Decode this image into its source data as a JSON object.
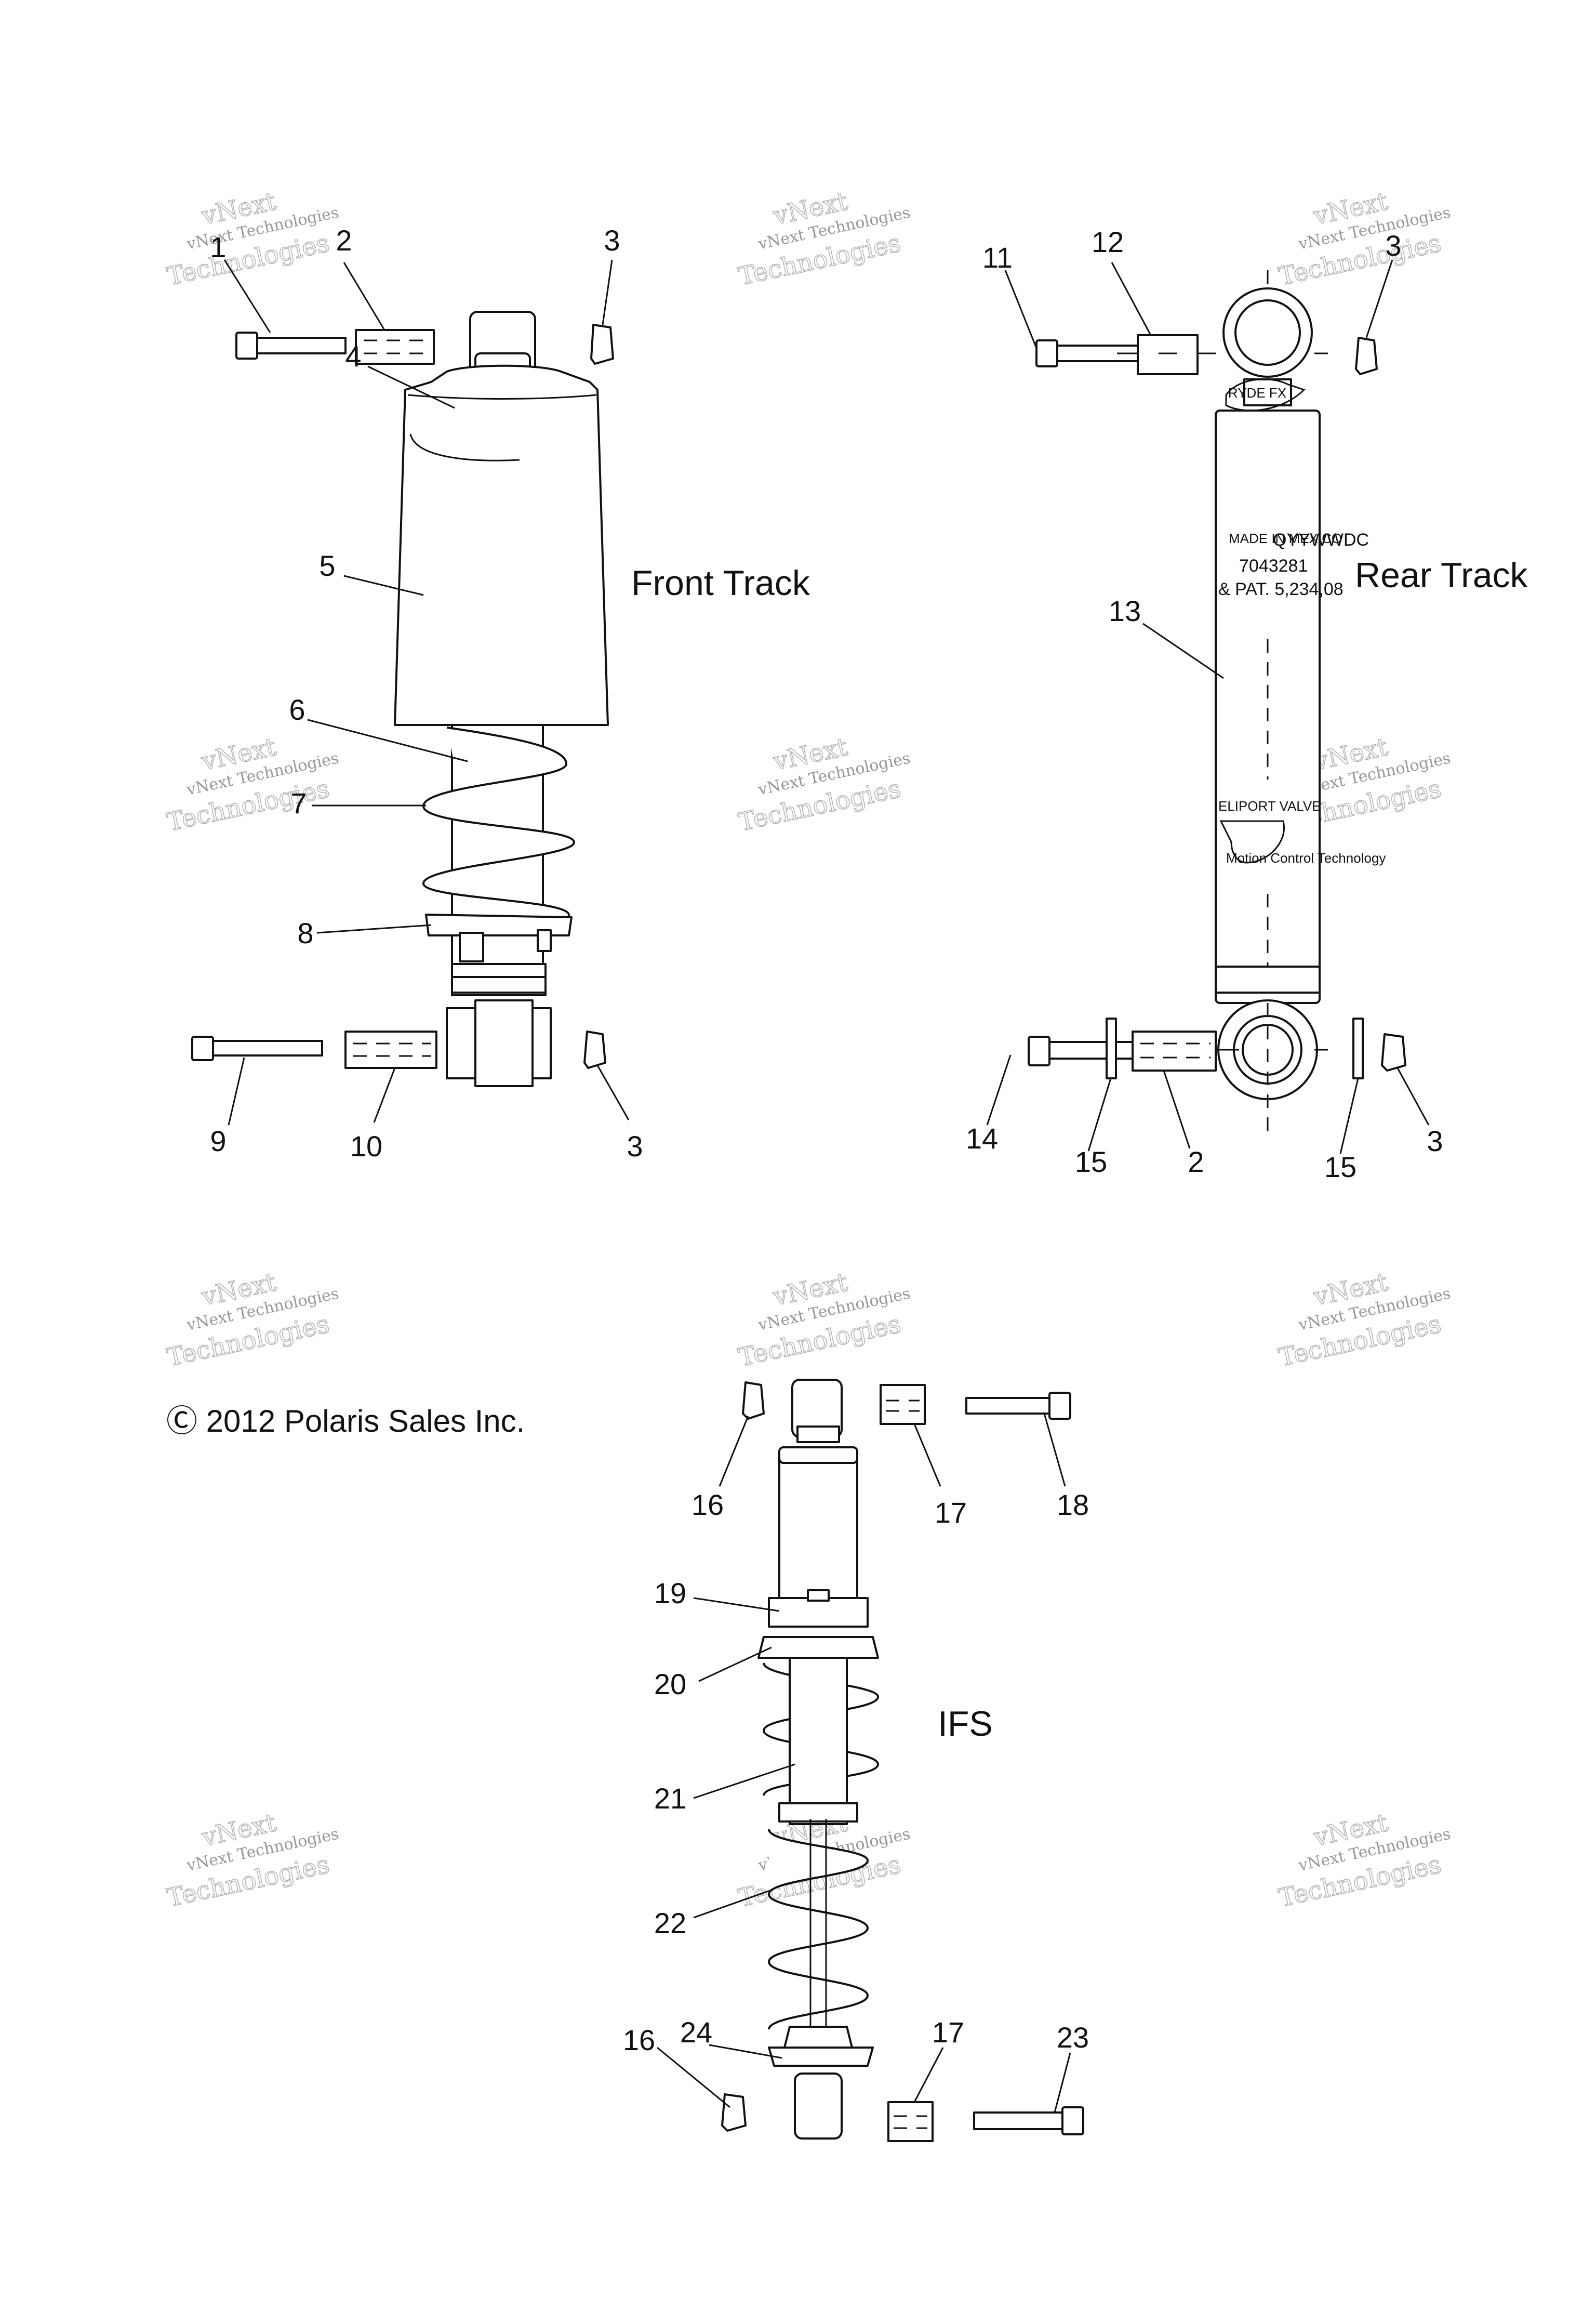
{
  "sections": {
    "front_track": "Front Track",
    "rear_track": "Rear Track",
    "ifs": "IFS"
  },
  "copyright": "Ⓒ 2012 Polaris Sales Inc.",
  "watermark": {
    "line1": "vNext Technologies",
    "line2": "vNext",
    "line3": "Technologies"
  },
  "shock_label": {
    "made_in": "MADE IN MEXICO",
    "code": "QYYWWDC",
    "part": "7043281",
    "patent": "& PAT.  5,234,08",
    "brand": "RYDE FX",
    "model": "ELIPORT  VALVE",
    "tag": "Motion Control Technology"
  },
  "callouts": {
    "c1": "1",
    "c2a": "2",
    "c3a": "3",
    "c4": "4",
    "c5": "5",
    "c6": "6",
    "c7": "7",
    "c8": "8",
    "c9": "9",
    "c10": "10",
    "c3b": "3",
    "c11": "11",
    "c12": "12",
    "c3c": "3",
    "c13": "13",
    "c14": "14",
    "c15a": "15",
    "c2b": "2",
    "c15b": "15",
    "c3d": "3",
    "c16a": "16",
    "c17a": "17",
    "c18": "18",
    "c19": "19",
    "c20": "20",
    "c21": "21",
    "c22": "22",
    "c24": "24",
    "c16b": "16",
    "c17b": "17",
    "c23": "23"
  }
}
